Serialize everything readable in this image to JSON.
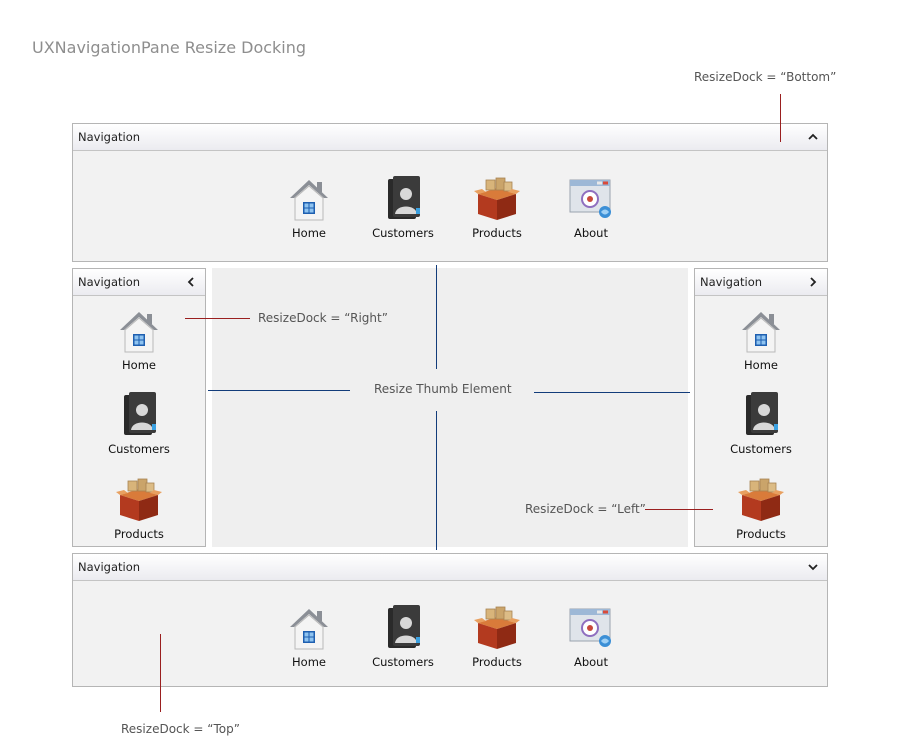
{
  "title": "UXNavigationPane Resize Docking",
  "annotations": {
    "bottom": "ResizeDock = “Bottom”",
    "right": "ResizeDock = “Right”",
    "left": "ResizeDock = “Left”",
    "top": "ResizeDock = “Top”",
    "thumb": "Resize Thumb Element"
  },
  "colors": {
    "annotation_line": "#9a1f1f",
    "thumb_line": "#123c7a",
    "pane_bg": "#f2f2f2"
  },
  "panes": {
    "top_pane": {
      "header": "Navigation",
      "chevron": "chevron-up-icon",
      "items": [
        {
          "label": "Home",
          "icon": "home-icon"
        },
        {
          "label": "Customers",
          "icon": "customers-icon"
        },
        {
          "label": "Products",
          "icon": "products-icon"
        },
        {
          "label": "About",
          "icon": "about-icon"
        }
      ]
    },
    "left_pane": {
      "header": "Navigation",
      "chevron": "chevron-left-icon",
      "items": [
        {
          "label": "Home",
          "icon": "home-icon"
        },
        {
          "label": "Customers",
          "icon": "customers-icon"
        },
        {
          "label": "Products",
          "icon": "products-icon"
        }
      ]
    },
    "right_pane": {
      "header": "Navigation",
      "chevron": "chevron-right-icon",
      "items": [
        {
          "label": "Home",
          "icon": "home-icon"
        },
        {
          "label": "Customers",
          "icon": "customers-icon"
        },
        {
          "label": "Products",
          "icon": "products-icon"
        }
      ]
    },
    "bottom_pane": {
      "header": "Navigation",
      "chevron": "chevron-down-icon",
      "items": [
        {
          "label": "Home",
          "icon": "home-icon"
        },
        {
          "label": "Customers",
          "icon": "customers-icon"
        },
        {
          "label": "Products",
          "icon": "products-icon"
        },
        {
          "label": "About",
          "icon": "about-icon"
        }
      ]
    }
  }
}
